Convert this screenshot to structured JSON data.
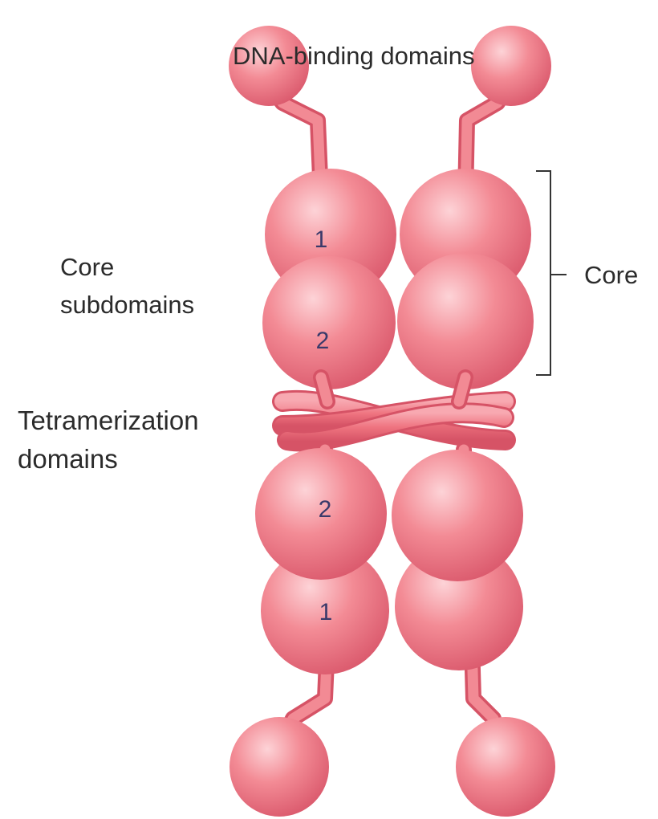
{
  "labels": {
    "dna_binding": "DNA-binding domains",
    "core_subdomains_line1": "Core",
    "core_subdomains_line2": "subdomains",
    "core": "Core",
    "tetramerization_line1": "Tetramerization",
    "tetramerization_line2": "domains"
  },
  "subdomain_numbers": {
    "upper_1": "1",
    "upper_2": "2",
    "lower_2": "2",
    "lower_1": "1"
  },
  "colors": {
    "sphere_base": "#ef7480",
    "sphere_highlight": "#fdd3d7",
    "sphere_edge": "#d24f5e",
    "background": "#ffffff"
  }
}
